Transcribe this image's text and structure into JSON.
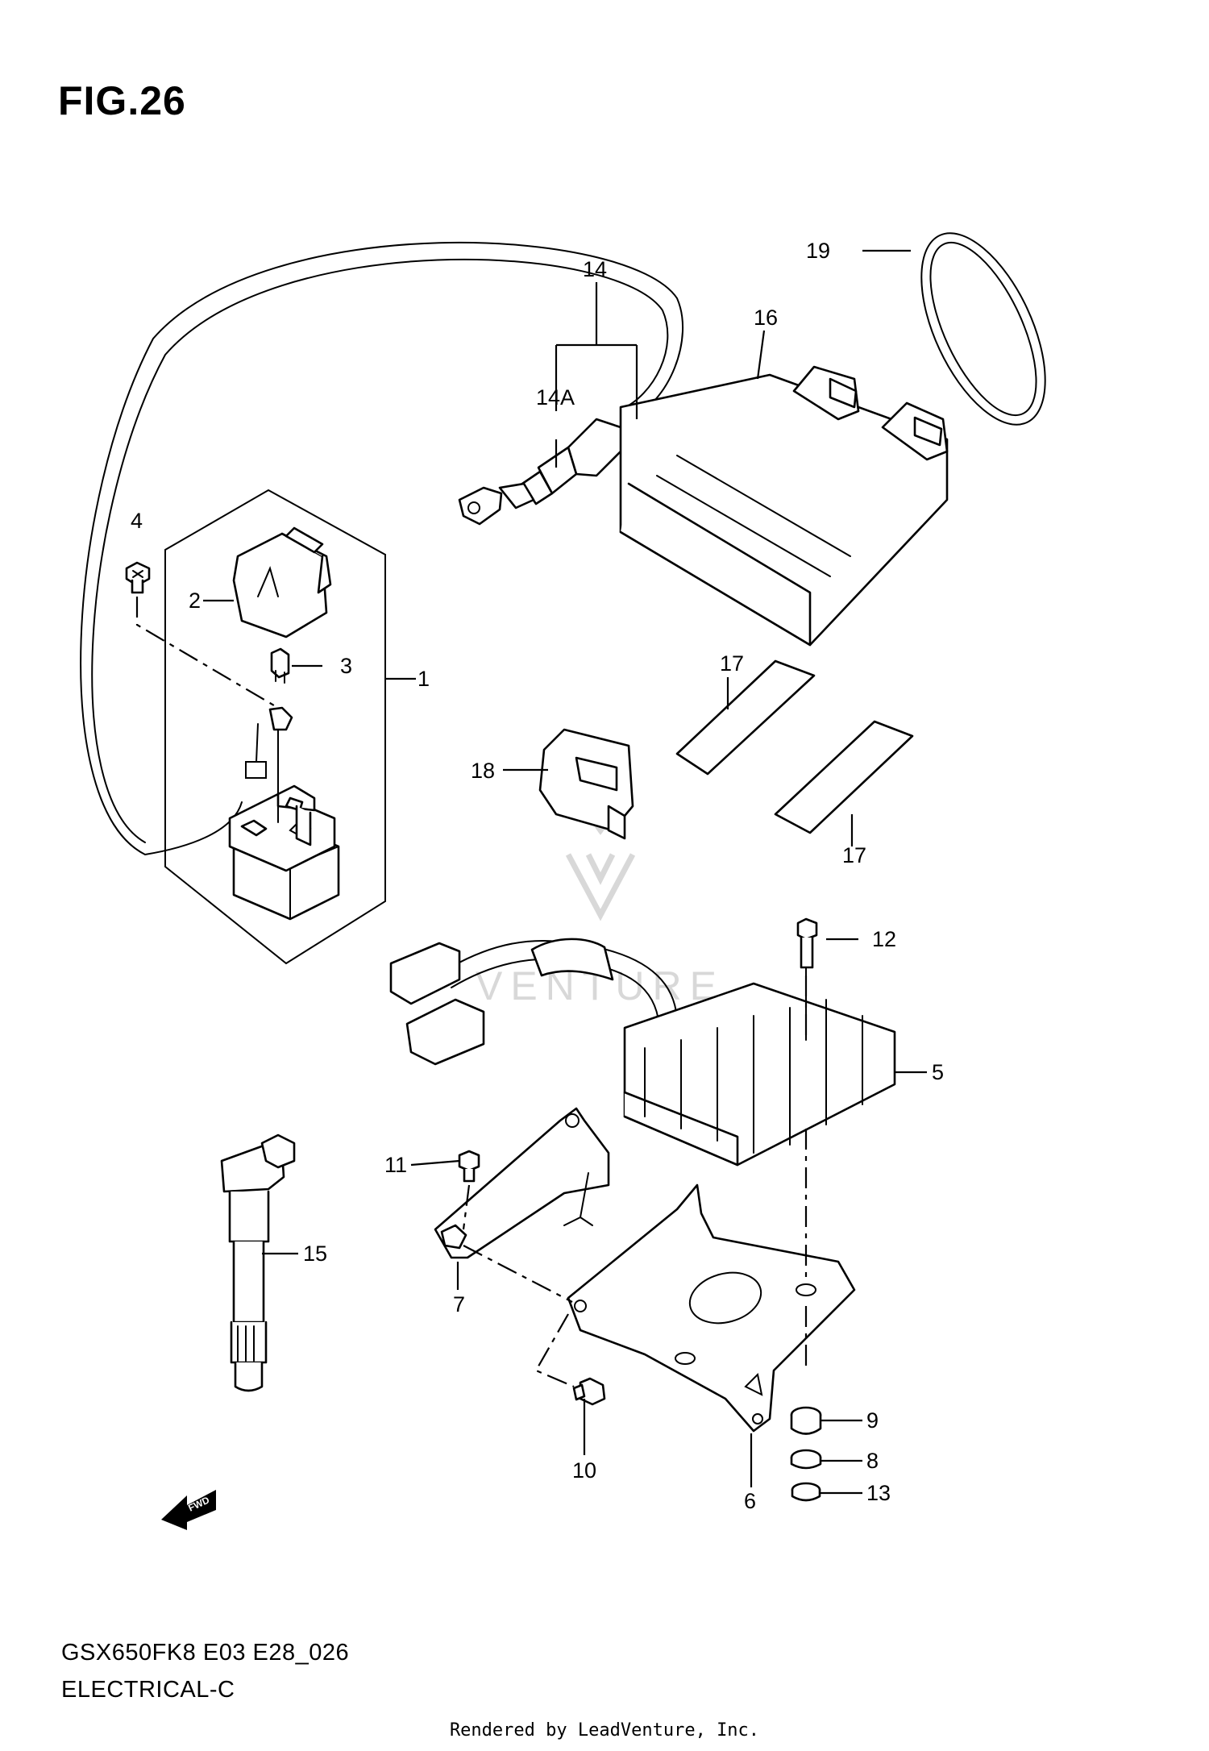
{
  "figure_title": "FIG.26",
  "model_code": "GSX650FK8 E03 E28_026",
  "section_name": "ELECTRICAL-C",
  "footer": "Rendered by LeadVenture, Inc.",
  "watermark": "VENTURE",
  "direction_badge": "FWD",
  "callouts": [
    "1",
    "2",
    "3",
    "4",
    "5",
    "6",
    "7",
    "8",
    "9",
    "10",
    "11",
    "12",
    "13",
    "14",
    "14A",
    "15",
    "16",
    "17",
    "17",
    "18",
    "19"
  ]
}
